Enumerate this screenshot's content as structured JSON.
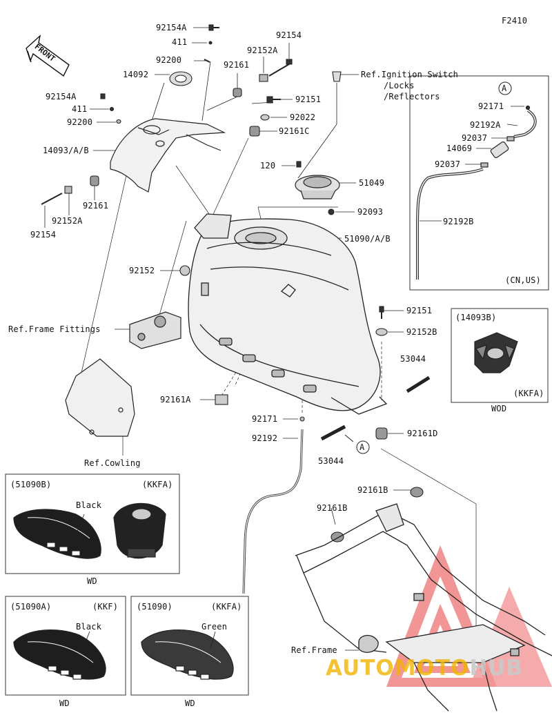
{
  "diagram_code": "F2410",
  "front_label": "FRONT",
  "labels": {
    "p92154A_top": "92154A",
    "p411_top": "411",
    "p92200_top": "92200",
    "p14092": "14092",
    "p92154_top": "92154",
    "p92152A_top": "92152A",
    "p92161_top": "92161",
    "p92151_top": "92151",
    "p92022": "92022",
    "p92161C": "92161C",
    "ref_ignition_1": "Ref.Ignition Switch",
    "ref_ignition_2": "/Locks",
    "ref_ignition_3": "/Reflectors",
    "p92154A_left": "92154A",
    "p411_left": "411",
    "p92200_left": "92200",
    "p14093": "14093/A/B",
    "p92161_left": "92161",
    "p92152A_left": "92152A",
    "p92154_left": "92154",
    "p120": "120",
    "p51049": "51049",
    "p92093": "92093",
    "p51090": "51090/A/B",
    "p92152": "92152",
    "ref_frame_fittings": "Ref.Frame Fittings",
    "p92151_right": "92151",
    "p92152B": "92152B",
    "p53044_right": "53044",
    "p92161A": "92161A",
    "p92171_mid": "92171",
    "p92192": "92192",
    "p92161D": "92161D",
    "p53044_low": "53044",
    "ref_cowling": "Ref.Cowling",
    "p92161B_right": "92161B",
    "p92161B_left": "92161B",
    "ref_frame": "Ref.Frame",
    "callout_a": "A"
  },
  "inset_cn_us": {
    "callout": "A",
    "p92171": "92171",
    "p92192A": "92192A",
    "p92037a": "92037",
    "p14069": "14069",
    "p92037b": "92037",
    "p92192B": "92192B",
    "region": "(CN,US)"
  },
  "inset_14093b": {
    "title": "(14093B)",
    "model": "(KKFA)",
    "caption": "WOD"
  },
  "inset_51090b": {
    "title": "(51090B)",
    "model": "(KKFA)",
    "color": "Black",
    "caption": "WD"
  },
  "inset_51090a": {
    "title": "(51090A)",
    "model": "(KKF)",
    "color": "Black",
    "caption": "WD"
  },
  "inset_51090": {
    "title": "(51090)",
    "model": "(KKFA)",
    "color": "Green",
    "caption": "WD"
  },
  "watermark": {
    "part1": "AUTOMOTO",
    "part2": "HUB",
    "color1": "#f2b400",
    "color2": "#cfcfcf",
    "logo_color": "#e02020"
  }
}
